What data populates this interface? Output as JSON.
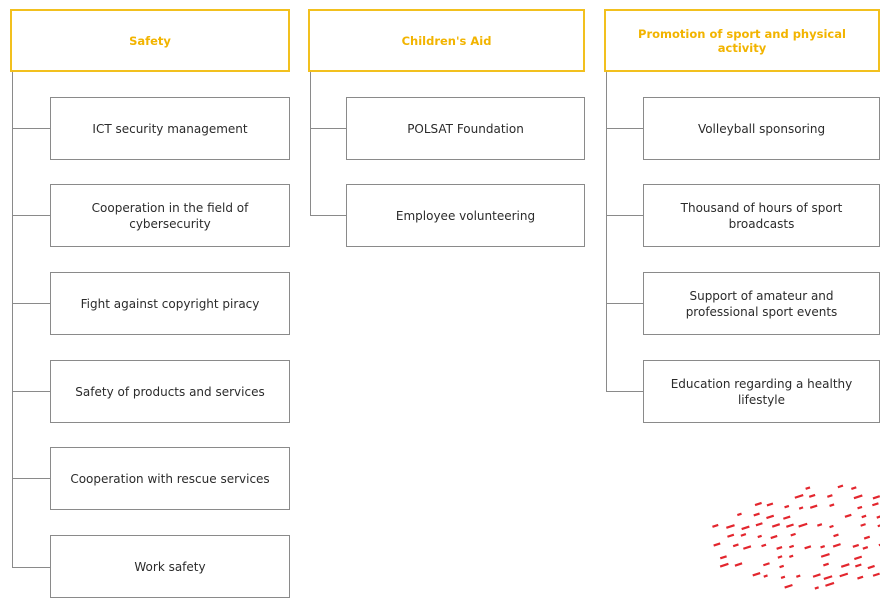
{
  "columns": [
    {
      "title": "Safety",
      "items": [
        "ICT security management",
        "Cooperation in the field of cybersecurity",
        "Fight against copyright piracy",
        "Safety of products and services",
        "Cooperation with rescue services",
        "Work safety"
      ]
    },
    {
      "title": "Children's Aid",
      "items": [
        "POLSAT Foundation",
        "Employee volunteering"
      ]
    },
    {
      "title": "Promotion of sport and physical activity",
      "items": [
        "Volleyball sponsoring",
        "Thousand of hours of sport broadcasts",
        "Support of amateur and professional sport events",
        "Education regarding a healthy lifestyle"
      ]
    }
  ],
  "colors": {
    "header_border": "#f2c01e",
    "header_text": "#f2b400",
    "line": "#8a8a8a",
    "decoration": "#e3262e"
  },
  "decoration_icon": "red-dash-pattern"
}
